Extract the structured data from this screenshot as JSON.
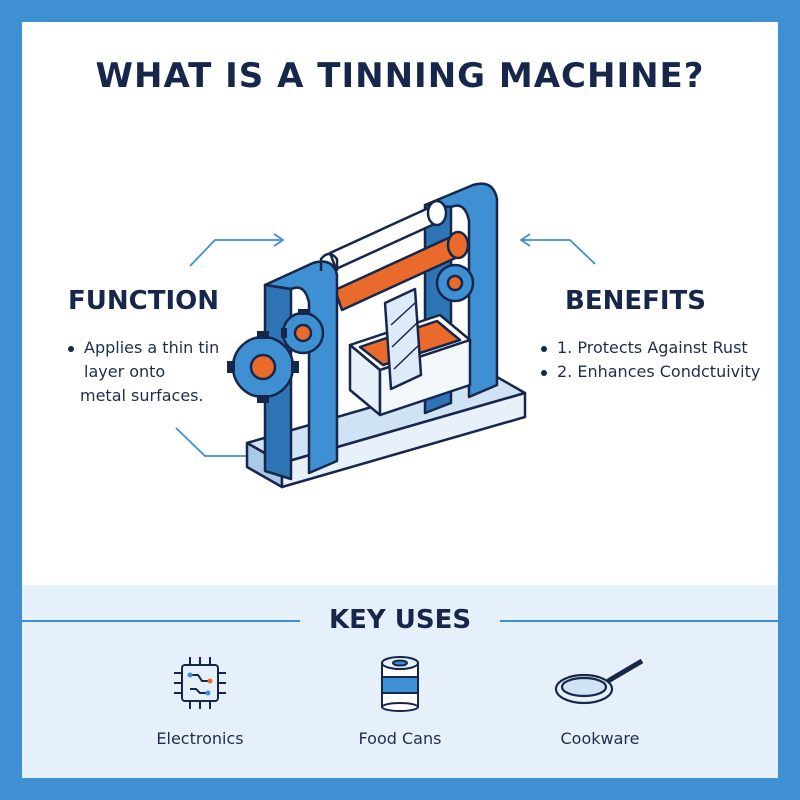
{
  "title": "WHAT IS A TINNING MACHINE?",
  "function": {
    "heading": "FUNCTION",
    "lines": [
      "Applies a thin tin",
      "layer onto",
      "metal surfaces."
    ]
  },
  "benefits": {
    "heading": "BENEFITS",
    "items": [
      "1. Protects Against Rust",
      "2. Enhances Condctuivity"
    ]
  },
  "key_uses": {
    "heading": "KEY USES",
    "items": [
      {
        "label": "Electronics",
        "icon": "circuit-chip-icon"
      },
      {
        "label": "Food Cans",
        "icon": "food-can-icon"
      },
      {
        "label": "Cookware",
        "icon": "frying-pan-icon"
      }
    ]
  },
  "colors": {
    "frame": "#3f8fd3",
    "navy": "#16274b",
    "machine_blue": "#3f8fd3",
    "light_blue": "#cfe3f5",
    "roller_orange": "#ea6a2c",
    "panel_bg": "#e6f0fa"
  }
}
